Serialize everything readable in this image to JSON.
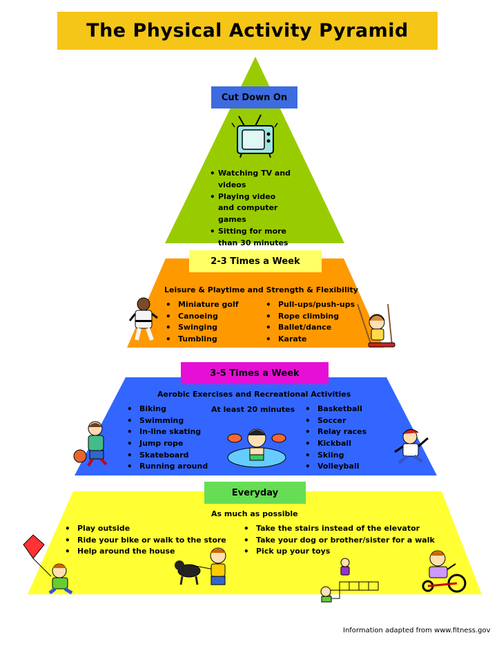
{
  "title": "The Physical Activity Pyramid",
  "colors": {
    "title_bg": "#f5c617",
    "top_tier": "#99cc00",
    "second_tier": "#ff9900",
    "third_tier": "#3366ff",
    "base_tier": "#ffff33",
    "label_blue": "#3d6be0",
    "label_yellow": "#ffff66",
    "label_magenta": "#e60fd6",
    "label_green": "#66dd55"
  },
  "tiers": {
    "cut_down": {
      "label": "Cut Down On",
      "icon": "television-icon",
      "items": [
        "Watching TV and videos",
        "Playing video and computer games",
        "Sitting for more than 30 minutes"
      ]
    },
    "two_three": {
      "label": "2-3 Times a Week",
      "subtitle": "Leisure & Playtime and Strength & Flexibility",
      "left_items": [
        "Miniature golf",
        "Canoeing",
        "Swinging",
        "Tumbling"
      ],
      "right_items": [
        "Pull-ups/push-ups",
        "Rope climbing",
        "Ballet/dance",
        "Karate"
      ],
      "icons": [
        "karate-kid-icon",
        "swinging-girl-icon"
      ]
    },
    "three_five": {
      "label": "3-5 Times a Week",
      "subtitle": "Aerobic Exercises and Recreational Activities",
      "note": "At least 20 minutes",
      "left_items": [
        "Biking",
        "Swimming",
        "In-line skating",
        "Jump rope",
        "Skateboard",
        "Running around"
      ],
      "right_items": [
        "Basketball",
        "Soccer",
        "Relay races",
        "Kickball",
        "Skiing",
        "Volleyball"
      ],
      "icons": [
        "basketball-boy-icon",
        "swimming-boy-icon",
        "jumping-boy-icon"
      ]
    },
    "everyday": {
      "label": "Everyday",
      "subtitle": "As much as possible",
      "left_items": [
        "Play outside",
        "Ride your bike or walk to the store",
        "Help around the house"
      ],
      "right_items": [
        "Take the stairs instead of the elevator",
        "Take your dog or brother/sister for a walk",
        "Pick up your toys"
      ],
      "icons": [
        "kite-boy-icon",
        "dog-walking-icon",
        "hopscotch-icon",
        "tricycle-boy-icon"
      ]
    }
  },
  "footer": "Information adapted from www.fitness.gov"
}
